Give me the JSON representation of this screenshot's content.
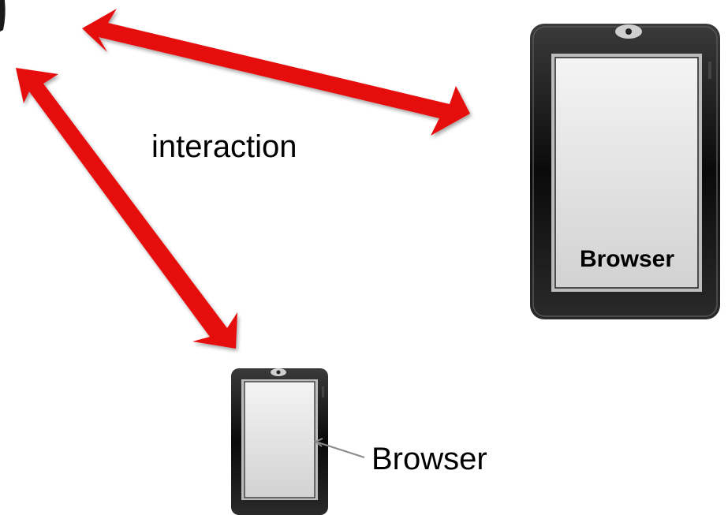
{
  "labels": {
    "interaction": "interaction",
    "large_device_browser": "Browser",
    "small_device_browser": "Browser"
  },
  "colors": {
    "arrow": "#e60d0d",
    "device_frame": "#111111",
    "screen": "#e2e2e2"
  }
}
